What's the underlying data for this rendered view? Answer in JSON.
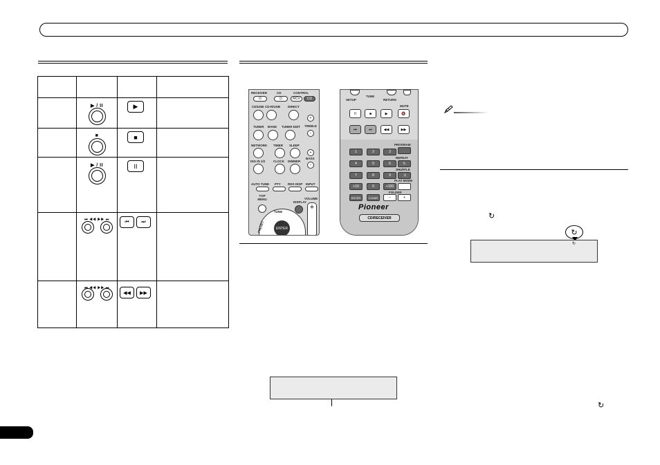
{
  "table": {
    "row_symbols": [
      {
        "remote": "▶ / II",
        "unit": "▶"
      },
      {
        "remote": "■",
        "unit": "■"
      },
      {
        "remote": "▶ / II",
        "unit": "II"
      },
      {
        "remote": "⏮ ◀◀      ▶▶ ⏭",
        "unit": "⏮ ⏭"
      },
      {
        "remote": "⏮ ◀◀      ▶▶ ⏭",
        "unit": "◀◀ ▶▶"
      }
    ]
  },
  "remote_left": {
    "labels": [
      "RECEIVER",
      "CD",
      "CONTROL",
      "RCV",
      "CD",
      "CD/USB",
      "CD-R/USB",
      "DIRECT",
      "TUNER",
      "BAND",
      "TUNER EDIT",
      "TREBLE",
      "NETWORK",
      "TIMER",
      "SLEEP",
      "BASS",
      "DIG IN 1/2",
      "CLOCK",
      "DIMMER",
      "AUTO TUNE",
      "PTY",
      "RDS DISP",
      "INPUT",
      "TOP MENU",
      "TUNE",
      "DISPLAY",
      "VOLUME",
      "ENTER",
      "PRESET"
    ]
  },
  "remote_right": {
    "labels": [
      "SETUP",
      "TUNE",
      "RETURN",
      "MUTE",
      "PROGRAM",
      "REPEAT",
      "SHUFFLE",
      "PLAY MODE",
      "FOLDER",
      "ENTER",
      "CLEAR",
      "CD/RECEIVER"
    ],
    "keypad": [
      "1",
      "2",
      "3",
      "4",
      "5",
      "6",
      "7",
      "8",
      "9",
      "+10",
      "0",
      "+100"
    ],
    "brand": "Pioneer"
  },
  "icons": {
    "repeat": "↻"
  }
}
